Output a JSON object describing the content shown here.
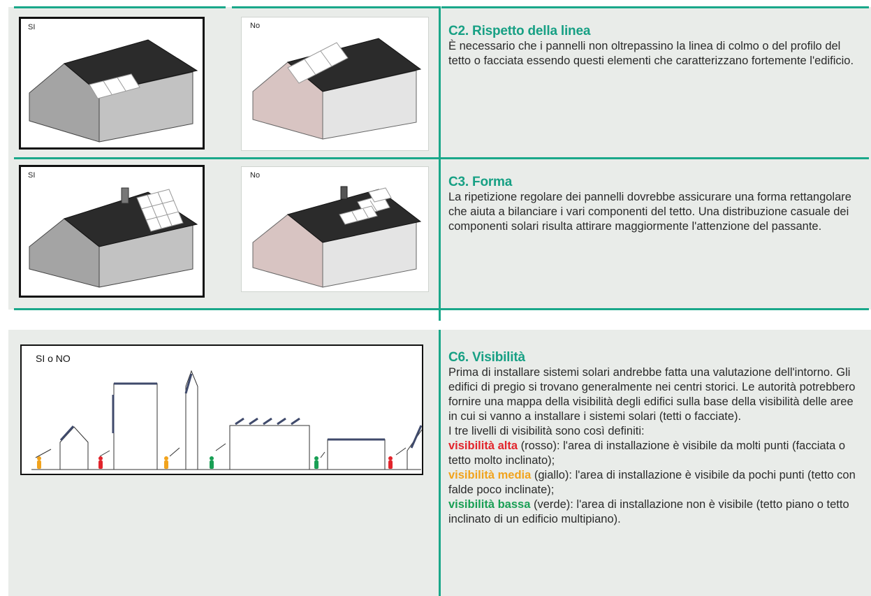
{
  "sections": [
    {
      "id": "c2",
      "title": "C2. Rispetto della linea",
      "body": "È necessario che i pannelli non oltrepassino la linea di colmo o del profilo del tetto o facciata essendo questi elementi che caratterizzano fortemente l'edificio.",
      "yes_label": "SI",
      "no_label": "No"
    },
    {
      "id": "c3",
      "title": "C3. Forma",
      "body": "La ripetizione regolare dei pannelli dovrebbe assicurare una forma rettangolare che aiuta a bilanciare i vari componenti del tetto. Una distribuzione casuale dei componenti solari risulta attirare maggiormente l'attenzione del passante.",
      "yes_label": "SI",
      "no_label": "No"
    },
    {
      "id": "c6",
      "title": "C6. Visibilità",
      "diagram_label": "SI o NO",
      "intro": "Prima di installare sistemi solari andrebbe fatta una valutazione dell'intorno. Gli edifici di pregio si trovano generalmente nei centri storici. Le autorità potrebbero fornire una mappa della visibilità degli edifici sulla base della visibilità delle aree in cui si vanno a installare i sistemi solari (tetti o facciate).",
      "levels_intro": "I tre livelli di visibilità sono così definiti:",
      "levels": [
        {
          "label": "visibilità alta",
          "text": " (rosso): l'area di installazione è visibile da molti punti (facciata o tetto molto inclinato);",
          "color": "#e2242b"
        },
        {
          "label": "visibilità media",
          "text": " (giallo): l'area di installazione è visibile da pochi punti (tetto con falde poco inclinate);",
          "color": "#f1a31d"
        },
        {
          "label": "visibilità bassa",
          "text": " (verde): l'area di installazione non è visibile (tetto piano o tetto inclinato di un edificio multipiano).",
          "color": "#199f55"
        }
      ]
    }
  ],
  "colors": {
    "accent": "#1aa88a",
    "panel_bg": "#e9ece9",
    "roof": "#2b2b2b",
    "wall_grey": "#a4a4a4",
    "wall_pink": "#d8c4c2"
  }
}
